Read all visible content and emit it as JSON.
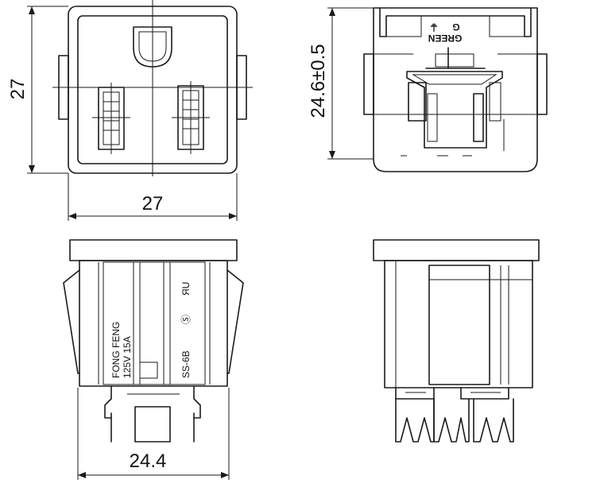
{
  "dimensions": {
    "front_height": "27",
    "front_width": "27",
    "rear_height": "24.6±0.5",
    "side_width": "24.4"
  },
  "markings": {
    "ground_letter": "G",
    "ground_color": "GREEN",
    "ground_symbol": "⏚",
    "brand_line_1": "FONG FENG",
    "brand_line_2": "125V 15A",
    "model": "SS-6B",
    "ul_mark": "ЯU",
    "csa_mark": "Ⓢ"
  },
  "colors": {
    "line": "#1a1a1a",
    "background": "#ffffff"
  }
}
